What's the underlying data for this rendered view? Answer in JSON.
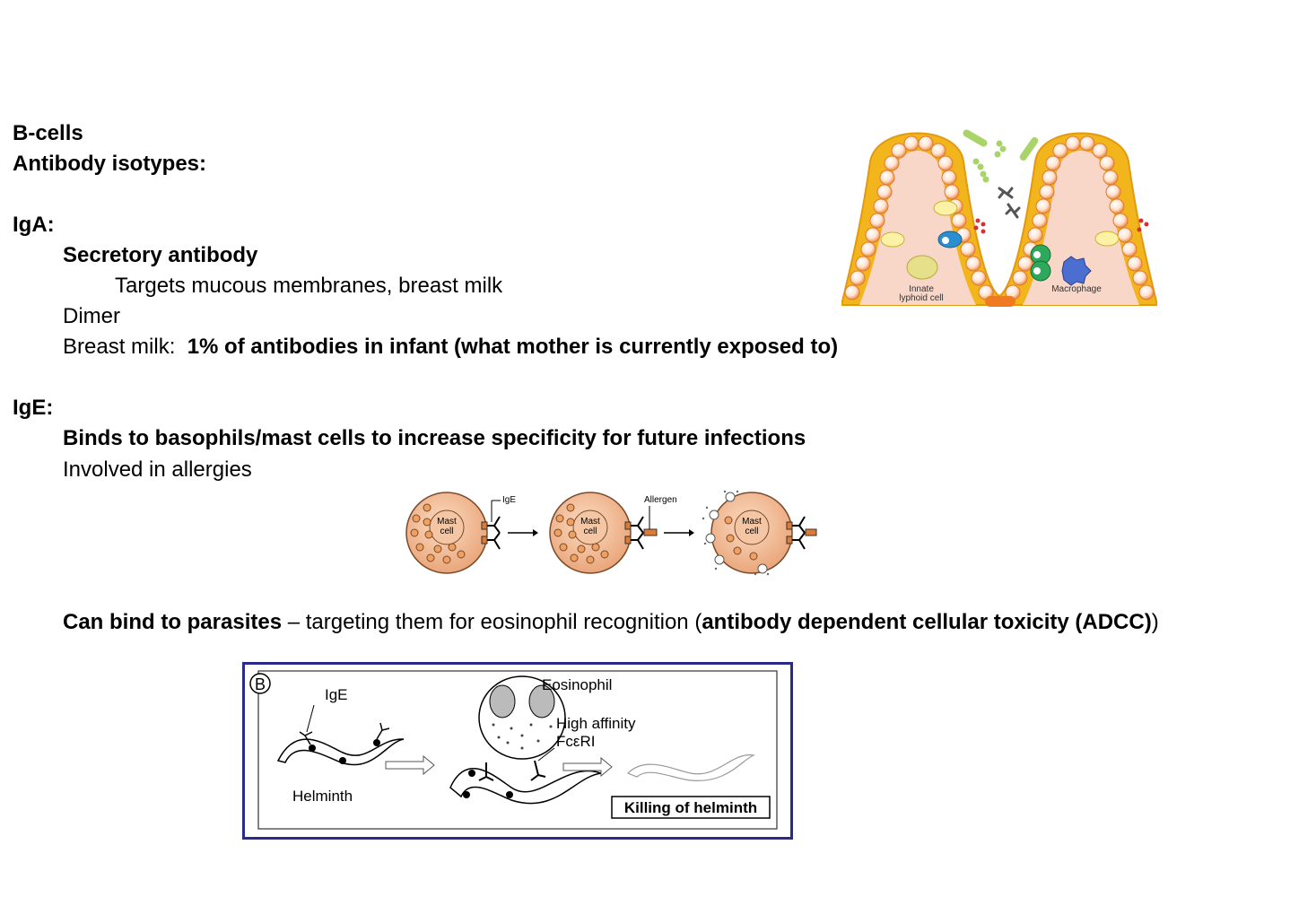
{
  "heading": "B-cells",
  "subheading": "Antibody isotypes:",
  "iga": {
    "label": "IgA:",
    "secretory": "Secretory antibody",
    "targets": "Targets mucous membranes, breast milk",
    "dimer": "Dimer",
    "breast_milk_label": "Breast milk:",
    "breast_milk_fact": "1% of antibodies in infant (what mother is currently exposed to)"
  },
  "ige": {
    "label": "IgE:",
    "binds": "Binds to basophils/mast cells to increase specificity for future infections",
    "allergies": "Involved in allergies",
    "parasites_bold": "Can bind to parasites",
    "parasites_text": " – targeting them for eosinophil recognition (",
    "adcc": "antibody dependent cellular toxicity (ADCC)",
    "parasites_close": ")"
  },
  "gut_figure": {
    "innate_label_1": "Innate",
    "innate_label_2": "lyphoid cell",
    "macrophage_label": "Macrophage"
  },
  "mast_figure": {
    "ige_label": "IgE",
    "allergen_label": "Allergen",
    "cell_label_1": "Mast",
    "cell_label_2": "cell"
  },
  "helminth_figure": {
    "panel_letter": "B",
    "ige_label": "IgE",
    "helminth_label": "Helminth",
    "eosinophil_label": "Eosinophil",
    "receptor_label_1": "High affinity",
    "receptor_label_2": "FcεRI",
    "killing_label": "Killing of helminth"
  }
}
